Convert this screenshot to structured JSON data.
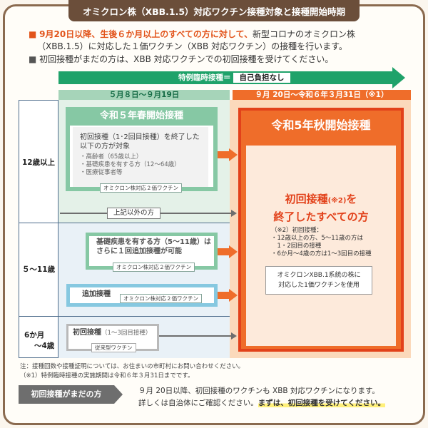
{
  "header": {
    "title": "オミクロン株（XBB.1.5）対応ワクチン接種対象と接種開始時期"
  },
  "intro": {
    "line1_marker": "■",
    "line1_emphasis": "9月20日以降、生後６か月以上のすべての方に対して、",
    "line1_rest": "新型コロナのオミクロン株",
    "line2": "（XBB.1.5）に対応した１価ワクチン（XBB 対応ワクチン）の接種を行います。",
    "line3_marker": "■",
    "line3": "初回接種がまだの方は、XBB 対応ワクチンでの初回接種を受けてください。"
  },
  "timeline": {
    "band_label": "特例臨時接種＝",
    "band_value": "自己負担なし",
    "left_period": "５月８日〜９月19日",
    "right_period": "９月 20日〜令和６年３月31日（※1）"
  },
  "rows": {
    "age_12": "12歳以上",
    "age_5_11": "５〜11歳",
    "age_infant_line1": "6か月",
    "age_infant_line2": "〜4歳"
  },
  "spring": {
    "title": "令和５年春開始接種",
    "condition_line1": "初回接種（1･2回目接種）を終了した",
    "condition_line2": "以下の方が対象",
    "items": [
      "・高齢者（65歳以上）",
      "・基礎疾患を有する方（12〜64歳）",
      "・医療従事者等"
    ],
    "vaccine": "オミクロン株対応２価ワクチン"
  },
  "other": {
    "label": "上記以外の方"
  },
  "child_underlying": {
    "line1": "基礎疾患を有する方（5〜11歳）は",
    "line2": "さらに１回追加接種が可能",
    "vaccine": "オミクロン株対応２価ワクチン"
  },
  "child_booster": {
    "label": "追加接種",
    "vaccine": "オミクロン株対応２価ワクチン"
  },
  "infant": {
    "label": "初回接種",
    "detail": "（1〜3回目接種）",
    "vaccine": "従来型ワクチン"
  },
  "autumn": {
    "title": "令和5年秋開始接種",
    "main_line1": "初回接種",
    "main_note_mark": "(※2)",
    "main_line1_suffix": "を",
    "main_line2": "終了したすべての方",
    "note_title": "（※2）初回接種：",
    "note_lines": [
      "・12歳以上の方、5〜11歳の方は",
      "　1・2回目の接種",
      "・6か月〜4歳の方は1〜3回目の接種"
    ],
    "vaccine_line1": "オミクロンXBB.1系統の株に",
    "vaccine_line2": "対応した1価ワクチンを使用"
  },
  "footnotes": {
    "note1": "注：接種回数や接種証明については、お住まいの市町村にお問い合わせください。",
    "note2": "（※1）特例臨時接種の実施期間は令和６年３月31日までです。"
  },
  "bottom": {
    "tag": "初回接種がまだの方",
    "line1": "９月 20日以降、初回接種のワクチンも XBB 対応ワクチンになります。",
    "line2_plain": "詳しくは自治体にご確認ください。",
    "line2_highlight": "まずは、初回接種を受けてください。"
  }
}
